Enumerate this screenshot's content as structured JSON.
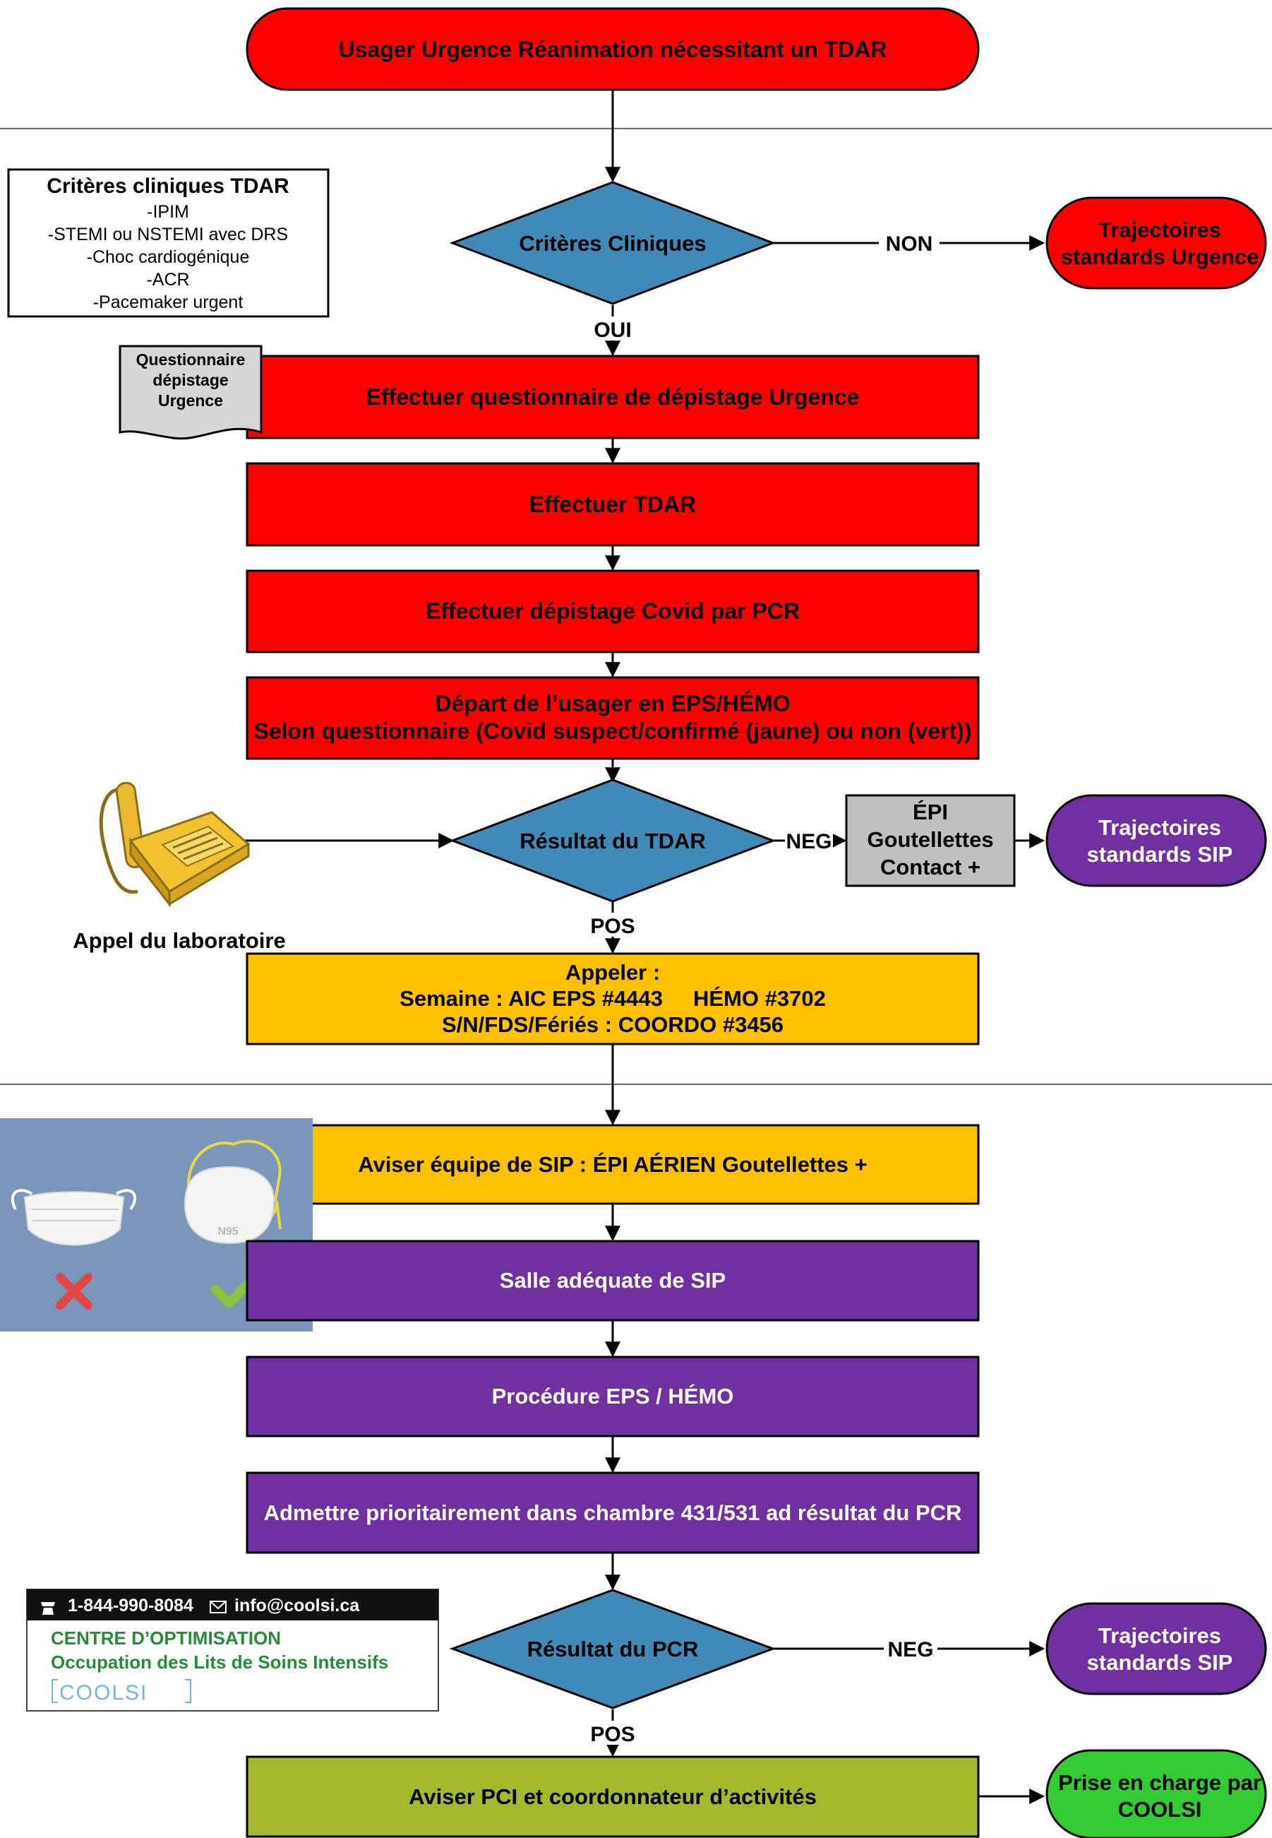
{
  "colors": {
    "red": "#ff0000",
    "yellow": "#ffc000",
    "purple": "#7030a0",
    "blue_diamond": "#4189b6",
    "olive": "#a4b82c",
    "green": "#33cc33",
    "gray_box": "#c0c0c0",
    "doc_gray": "#d6d6d6",
    "mask_bg": "#7a96b8",
    "line": "#000000",
    "separator": "#5b7089"
  },
  "icons": {
    "phone": "telephone-icon",
    "doc": "document-icon",
    "masks": "surgical-mask-vs-n95-icon",
    "logo": "coolsi-logo"
  },
  "nodes": {
    "start": "Usager Urgence Réanimation nécessitant un TDAR",
    "d1": "Critères Cliniques",
    "t1": [
      "Trajectoires",
      "standards Urgence"
    ],
    "b1": "Effectuer questionnaire de dépistage  Urgence",
    "b2": "Effectuer TDAR",
    "b3": "Effectuer dépistage Covid par PCR",
    "b4": [
      "Départ de l’usager en EPS/HÉMO",
      "Selon questionnaire (Covid suspect/confirmé (jaune) ou non (vert))"
    ],
    "d2": "Résultat du TDAR",
    "epi": [
      "ÉPI",
      "Goutellettes",
      "Contact +"
    ],
    "t2": [
      "Trajectoires",
      "standards SIP"
    ],
    "y1": [
      "Appeler :",
      "Semaine : AIC EPS #4443     HÉMO #3702",
      "S/N/FDS/Fériés : COORDO #3456"
    ],
    "y2": "Aviser équipe de SIP : ÉPI AÉRIEN Goutellettes +",
    "p1": "Salle adéquate de SIP",
    "p2": "Procédure EPS / HÉMO",
    "p3": "Admettre prioritairement dans chambre 431/531 ad résultat du PCR",
    "d3": "Résultat du PCR",
    "t3": [
      "Trajectoires",
      "standards SIP"
    ],
    "g1": "Aviser PCI et coordonnateur d’activités",
    "t4": [
      "Prise en charge par",
      "COOLSI"
    ]
  },
  "edges": {
    "non": "NON",
    "oui": "OUI",
    "neg1": "NEG",
    "pos1": "POS",
    "neg2": "NEG",
    "pos2": "POS"
  },
  "criteria": {
    "title": "Critères cliniques TDAR",
    "items": [
      "-IPIM",
      "-STEMI ou NSTEMI avec DRS",
      "-Choc cardiogénique",
      "-ACR",
      "-Pacemaker urgent"
    ]
  },
  "doc": [
    "Questionnaire",
    "dépistage",
    "Urgence"
  ],
  "phone_label": "Appel du laboratoire",
  "mask_label": "N95",
  "logo": {
    "phone": "1-844-990-8084",
    "email": "info@coolsi.ca",
    "line1": "CENTRE D’OPTIMISATION",
    "line2": "Occupation des Lits de Soins Intensifs",
    "brand": "COOLSI"
  }
}
